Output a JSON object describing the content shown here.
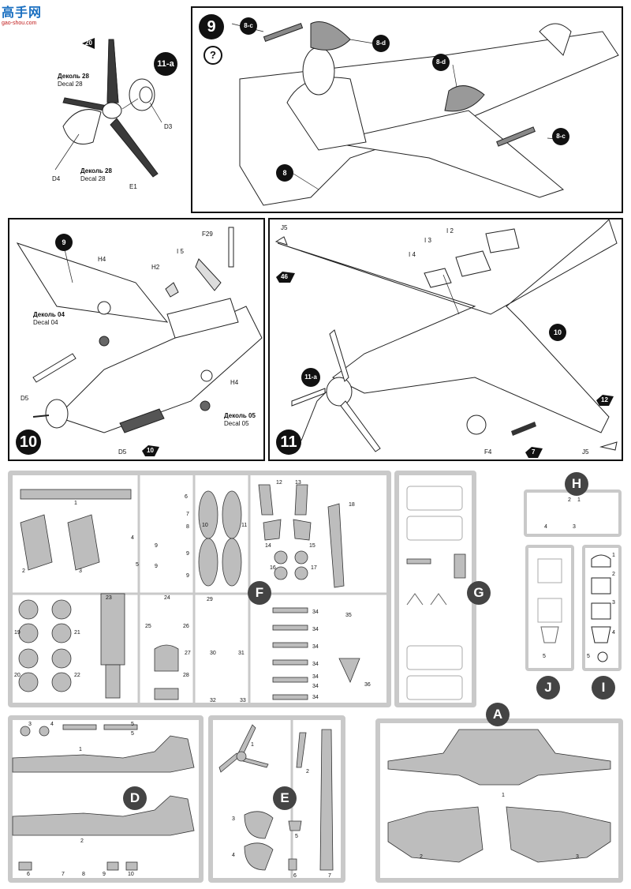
{
  "logo": {
    "text": "高手网",
    "sub": "gao-shou.com"
  },
  "step11a": {
    "label": "11-a",
    "ref20": "20",
    "decal28_top_ru": "Деколь 28",
    "decal28_top_en": "Decal 28",
    "decal28_bottom_ru": "Деколь 28",
    "decal28_bottom_en": "Decal 28",
    "parts": {
      "d3": "D3",
      "d4": "D4",
      "e1": "E1"
    }
  },
  "step9": {
    "num": "9",
    "help": "?",
    "callouts": {
      "c8c_a": "8-c",
      "c8d_a": "8-d",
      "c8d_b": "8-d",
      "c8c_b": "8-c",
      "c8": "8"
    }
  },
  "step10": {
    "num": "10",
    "callouts": {
      "c9": "9",
      "h4_top": "H4",
      "h2": "H2",
      "i5": "I 5",
      "f29": "F29",
      "decal04_ru": "Деколь 04",
      "decal04_en": "Decal 04",
      "h4_bottom": "H4",
      "decal05_ru": "Деколь 05",
      "decal05_en": "Decal 05",
      "d5_left": "D5",
      "d5_bottom": "D5",
      "ref10": "10"
    }
  },
  "step11": {
    "num": "11",
    "callouts": {
      "j5_top": "J5",
      "ref46": "46",
      "i2": "I 2",
      "i3": "I 3",
      "i4": "I 4",
      "c10": "10",
      "c11a": "11-a",
      "ref12": "12",
      "f4": "F4",
      "ref7": "7",
      "j5_bottom": "J5"
    }
  },
  "sprues": {
    "F": "F",
    "G": "G",
    "H": "H",
    "J": "J",
    "I": "I",
    "D": "D",
    "E": "E",
    "A": "A"
  },
  "sprueF_numbers": [
    "1",
    "2",
    "3",
    "4",
    "5",
    "6",
    "7",
    "8",
    "9",
    "9",
    "9",
    "9",
    "10",
    "11",
    "12",
    "13",
    "14",
    "15",
    "16",
    "17",
    "18",
    "19",
    "20",
    "21",
    "22",
    "23",
    "24",
    "25",
    "26",
    "27",
    "28",
    "29",
    "30",
    "31",
    "32",
    "33",
    "34",
    "34",
    "34",
    "34",
    "34",
    "34",
    "34",
    "35",
    "36"
  ],
  "sprueH_numbers": [
    "1",
    "2",
    "3",
    "4"
  ],
  "sprueI_numbers": [
    "1",
    "2",
    "3",
    "4",
    "5"
  ],
  "sprueJ_numbers": [
    "5"
  ],
  "sprueD_numbers": [
    "3",
    "4",
    "5",
    "5",
    "1",
    "2",
    "6",
    "7",
    "8",
    "9",
    "10"
  ],
  "sprueE_numbers": [
    "1",
    "2",
    "3",
    "4",
    "5",
    "6",
    "7"
  ],
  "sprueA_numbers": [
    "1",
    "2",
    "3"
  ]
}
